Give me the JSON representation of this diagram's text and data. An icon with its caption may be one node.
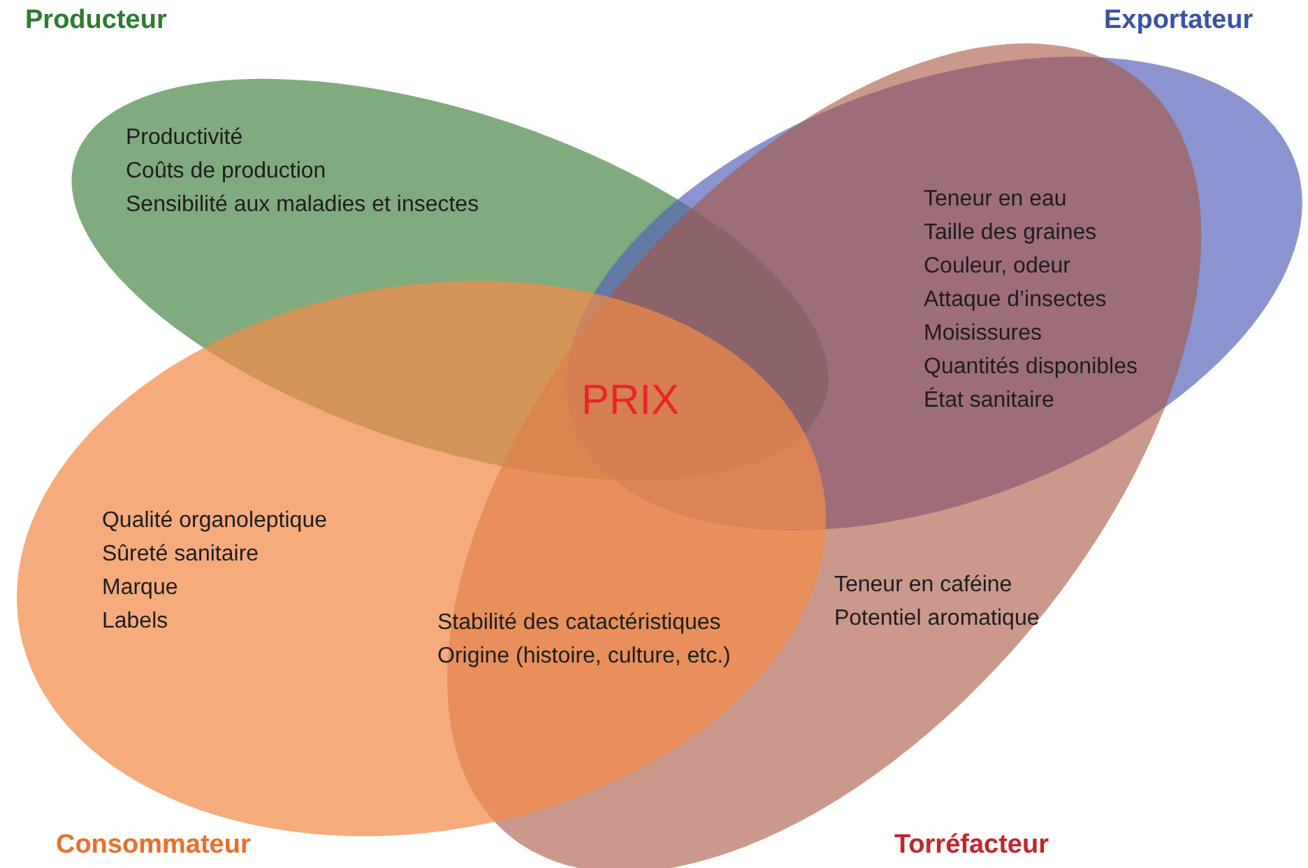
{
  "diagram": {
    "nodes": [
      {
        "text": [
          "Producteur",
          "Productivité",
          "Coûts de production",
          "Sensibilité aux maladies et insectes"
        ]
      },
      {
        "text": [
          "Exportateur"
        ]
      },
      {
        "text": [
          "Teneur en caféine",
          "Potentiel aromatique",
          "Torréfacteur"
        ]
      },
      {
        "text": [
          "Qualité organoleptique",
          "Sûreté sanitaire",
          "Marque",
          "Labels",
          "Consommateur"
        ]
      }
    ],
    "labels": [
      "Teneur en eau",
      "Taille des graines",
      "Couleur, odeur",
      "Attaque d’insectes",
      "Moisissures",
      "Quantités disponibles",
      "État sanitaire",
      "PRIX",
      "Stabilité des catactéristiques",
      "Origine (histoire, culture, etc.)"
    ]
  }
}
